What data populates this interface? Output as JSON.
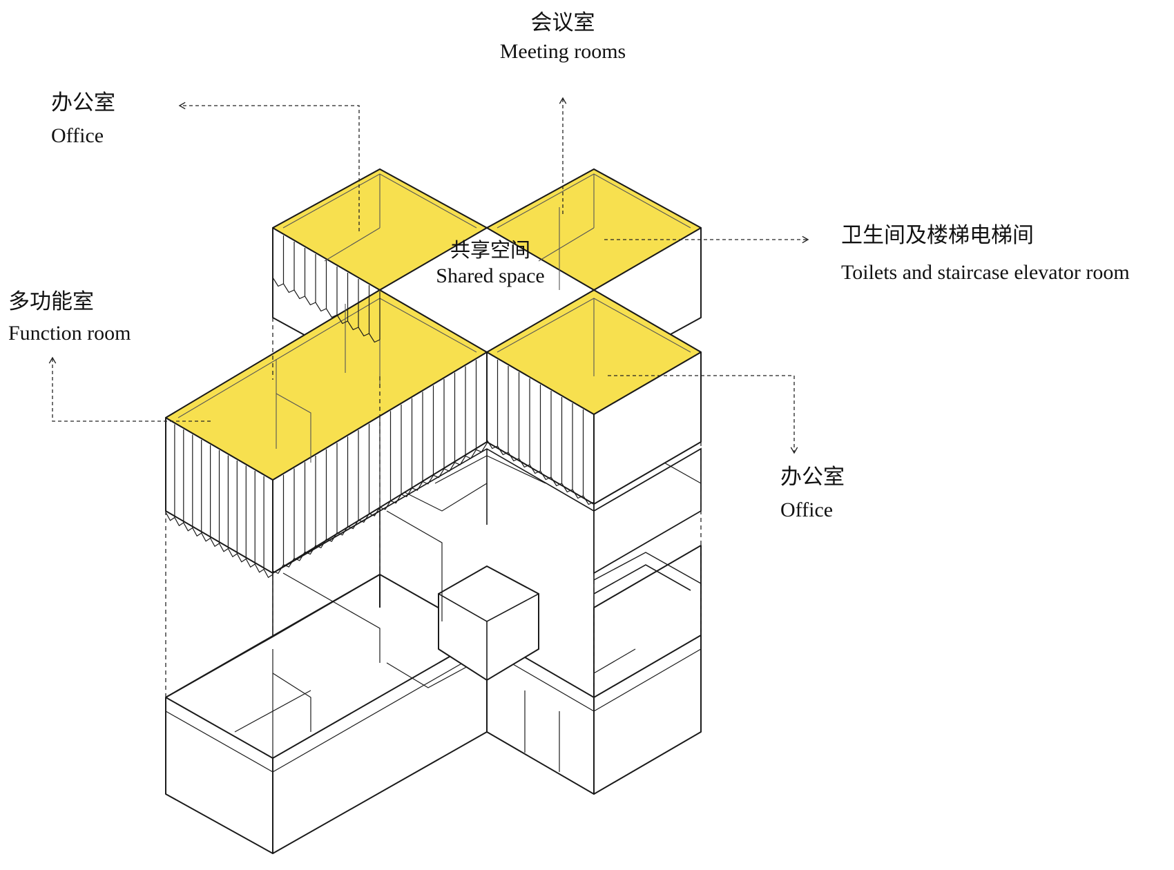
{
  "labels": {
    "meeting_rooms": {
      "zh": "会议室",
      "en": "Meeting rooms"
    },
    "office_top": {
      "zh": "办公室",
      "en": "Office"
    },
    "shared_space": {
      "zh": "共享空间",
      "en": "Shared space"
    },
    "toilets": {
      "zh": "卫生间及楼梯电梯间",
      "en": "Toilets and staircase elevator room"
    },
    "function_room": {
      "zh": "多功能室",
      "en": "Function room"
    },
    "office_right": {
      "zh": "办公室",
      "en": "Office"
    }
  },
  "colors": {
    "highlight": "#f7e04f",
    "line": "#1a1a1a",
    "thin_line": "#666666",
    "fill": "#ffffff"
  }
}
